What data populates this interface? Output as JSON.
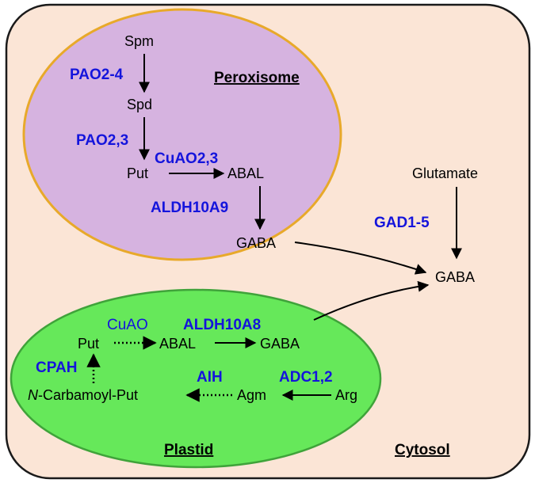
{
  "compartments": {
    "peroxisome": "Peroxisome",
    "plastid": "Plastid",
    "cytosol": "Cytosol"
  },
  "peroxisome": {
    "spm": "Spm",
    "spd": "Spd",
    "put": "Put",
    "abal": "ABAL",
    "gaba": "GABA",
    "enzyme_pao24": "PAO2-4",
    "enzyme_pao23": "PAO2,3",
    "enzyme_cuao23": "CuAO2,3",
    "enzyme_aldh10a9": "ALDH10A9"
  },
  "cytosol": {
    "glutamate": "Glutamate",
    "gaba": "GABA",
    "enzyme_gad": "GAD1-5"
  },
  "plastid": {
    "put": "Put",
    "abal": "ABAL",
    "gaba": "GABA",
    "n_carbamoyl_italic": "N",
    "n_carbamoyl_rest": "-Carbamoyl-Put",
    "agm": "Agm",
    "arg": "Arg",
    "enzyme_cuao": "CuAO",
    "enzyme_aldh10a8": "ALDH10A8",
    "enzyme_cpah": "CPAH",
    "enzyme_aih": "AIH",
    "enzyme_adc12": "ADC1,2"
  },
  "colors": {
    "cytosol_fill": "#fbe5d6",
    "peroxisome_fill": "#d6b3e0",
    "peroxisome_stroke": "#e8a92a",
    "plastid_fill": "#66e85a",
    "plastid_stroke": "#3fa33a",
    "enzyme_text": "#1414dc"
  }
}
